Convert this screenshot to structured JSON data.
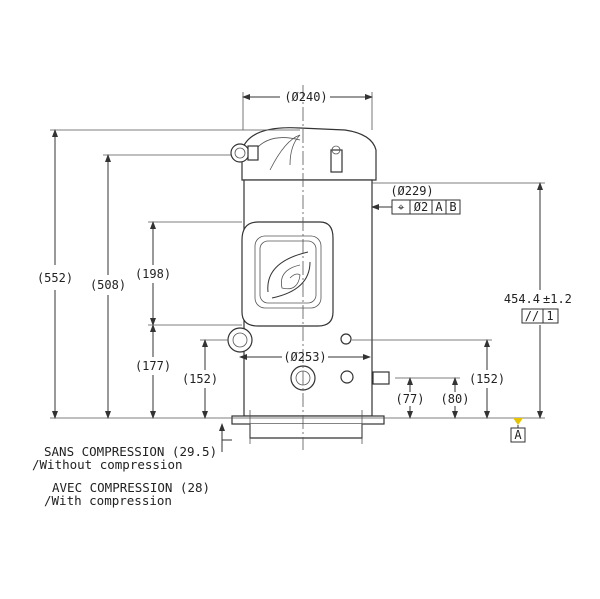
{
  "dimensions": {
    "overall_diameter": "(Ø240)",
    "shell_diameter": "(Ø229)",
    "base_diameter": "(Ø253)",
    "total_height": "(552)",
    "suction_height": "(508)",
    "terminal_box_height": "(198)",
    "lower_height": "(177)",
    "left_fitting_height": "(152)",
    "right_fitting_height": "(152)",
    "fitting_77": "(77)",
    "fitting_80": "(80)",
    "shell_height": "454.4",
    "shell_tolerance": "±1.2"
  },
  "tolerance_frames": {
    "position": {
      "symbol": "⌖",
      "value": "Ø2",
      "datum1": "A",
      "datum2": "B"
    },
    "parallelism": {
      "symbol": "//",
      "value": "1"
    }
  },
  "datum": {
    "label": "A",
    "color": "#e6c200"
  },
  "notes": {
    "sans_compression": "SANS COMPRESSION (29.5)",
    "without_compression": "/Without compression",
    "avec_compression": "AVEC COMPRESSION (28)",
    "with_compression": "/With compression"
  }
}
